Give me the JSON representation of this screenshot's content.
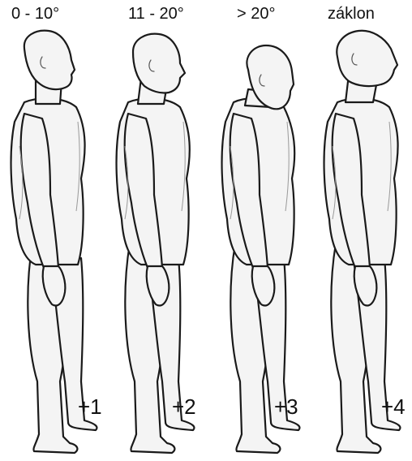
{
  "postures": [
    {
      "range_label": "0 - 10°",
      "score": "+1"
    },
    {
      "range_label": "11 - 20°",
      "score": "+2"
    },
    {
      "range_label": "> 20°",
      "score": "+3"
    },
    {
      "range_label": "záklon",
      "score": "+4"
    }
  ]
}
